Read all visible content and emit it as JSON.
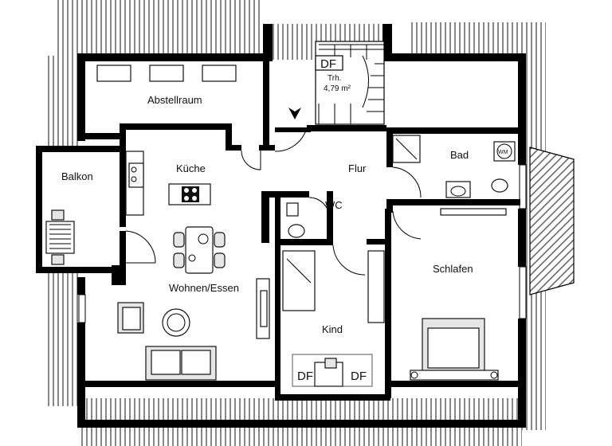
{
  "rooms": {
    "abstellraum": "Abstellraum",
    "kueche": "Küche",
    "balkon": "Balkon",
    "wohnen": "Wohnen/Essen",
    "flur": "Flur",
    "bad": "Bad",
    "wc": "WC",
    "schlafen": "Schlafen",
    "kind": "Kind"
  },
  "stairs": {
    "label": "Trh.",
    "area": "4,79 m²",
    "df": "DF"
  },
  "kind_windows": {
    "left": "DF",
    "right": "DF"
  },
  "appliances": {
    "washer": "WM"
  },
  "colors": {
    "wall": "#000000",
    "paper": "#ffffff",
    "hatch": "#555555"
  }
}
